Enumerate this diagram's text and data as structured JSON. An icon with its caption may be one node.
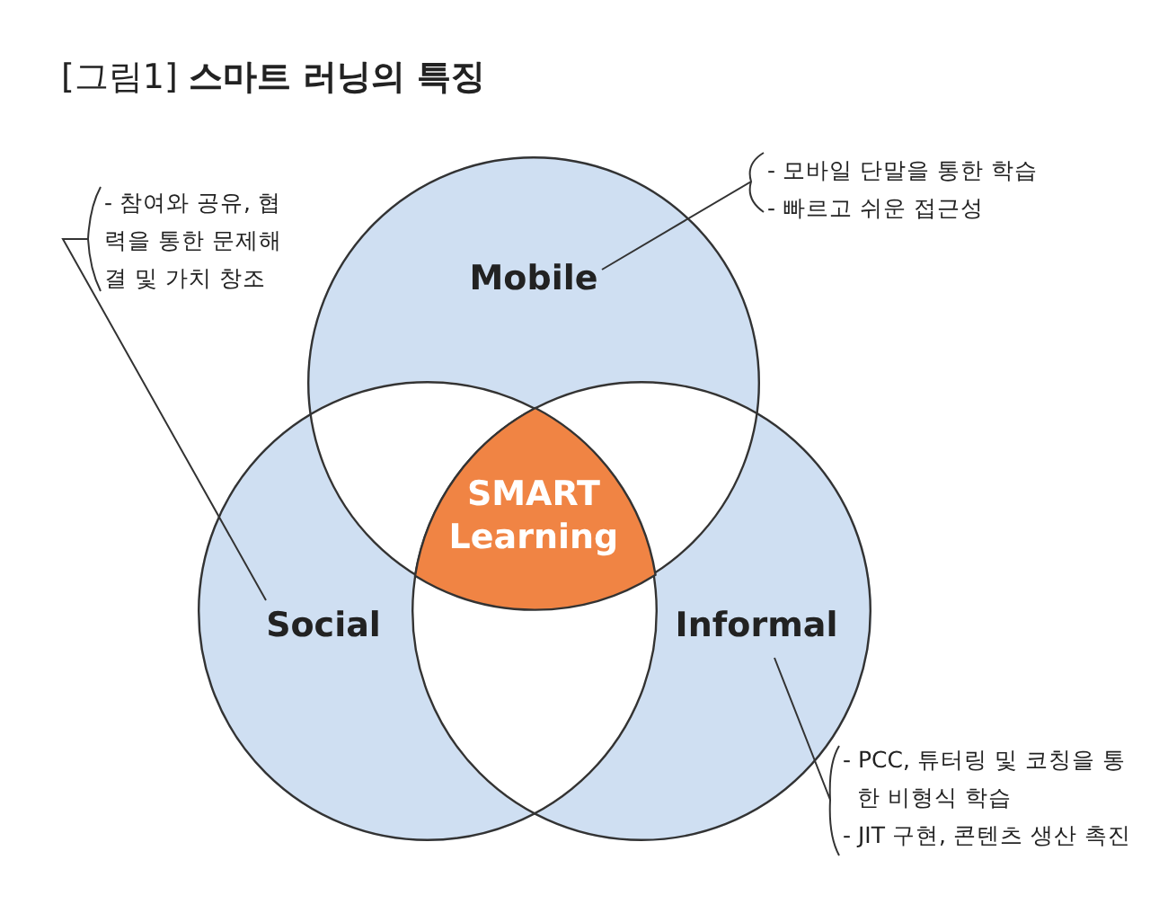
{
  "diagram": {
    "title": "[그림1] **스마트 러닝의 특징**",
    "nodes": [
      {
        "text": [
          "Mobile"
        ]
      },
      {
        "text": [
          "Social"
        ]
      },
      {
        "text": [
          "Informal"
        ]
      },
      {
        "text": [
          "SMART Learning"
        ]
      },
      {
        "text": [
          "- 모바일 단말을 통한 학습",
          "- 빠르고 쉬운 접근성"
        ]
      },
      {
        "text": [
          "- 참여와 공유, 협력을 통한 문제해결 및 가치 창조"
        ]
      },
      {
        "text": [
          "- PCC, 튜터링 및 코칭을 통한 비형식 학습",
          "- JIT 구현, 콘텐츠 생산 촉진"
        ]
      }
    ],
    "edges": [
      {
        "from": 4,
        "to": 0,
        "arrow": "none"
      },
      {
        "from": 5,
        "to": 1,
        "arrow": "none"
      },
      {
        "from": 6,
        "to": 2,
        "arrow": "none"
      }
    ]
  }
}
